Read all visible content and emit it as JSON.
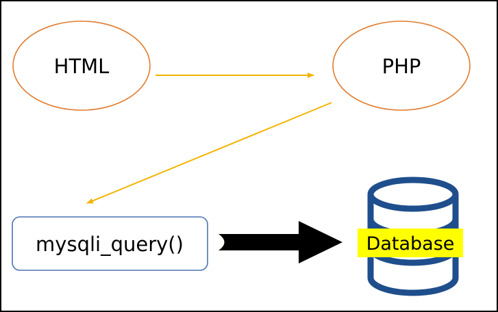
{
  "nodes": {
    "html": {
      "label": "HTML"
    },
    "php": {
      "label": "PHP"
    },
    "query": {
      "label": "mysqli_query()"
    },
    "database": {
      "label": "Database"
    }
  },
  "colors": {
    "ellipse_stroke": "#E07B2E",
    "flow_arrow": "#F2B400",
    "query_box_stroke": "#4A72B0",
    "database_stroke": "#1F4E8C",
    "database_highlight": "#FFFF00",
    "big_arrow": "#000000",
    "frame": "#000000"
  },
  "icons": {
    "database": "database-cylinder-icon"
  }
}
